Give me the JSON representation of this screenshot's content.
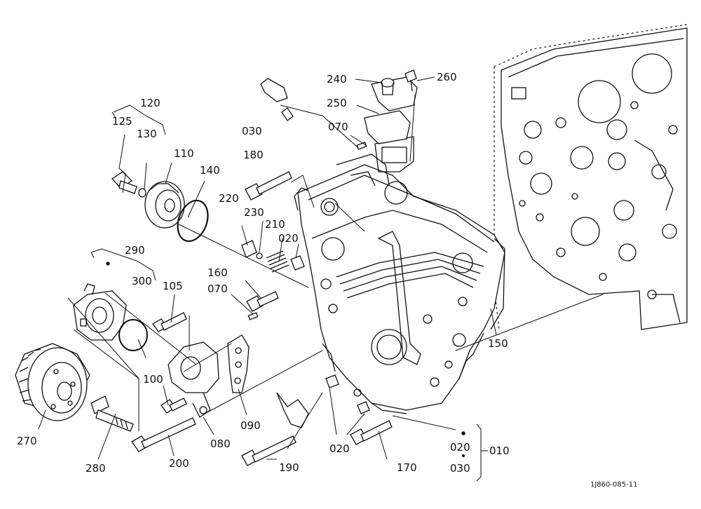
{
  "figure_code": "1J860-085-11",
  "callouts": [
    {
      "id": "c010",
      "text": "010"
    },
    {
      "id": "c020a",
      "text": "020"
    },
    {
      "id": "c020b",
      "text": "020"
    },
    {
      "id": "c020c",
      "text": "020"
    },
    {
      "id": "c030a",
      "text": "030"
    },
    {
      "id": "c030b",
      "text": "030"
    },
    {
      "id": "c070a",
      "text": "070"
    },
    {
      "id": "c070b",
      "text": "070"
    },
    {
      "id": "c080",
      "text": "080"
    },
    {
      "id": "c090",
      "text": "090"
    },
    {
      "id": "c100",
      "text": "100"
    },
    {
      "id": "c105",
      "text": "105"
    },
    {
      "id": "c110",
      "text": "110"
    },
    {
      "id": "c120",
      "text": "120"
    },
    {
      "id": "c125",
      "text": "125"
    },
    {
      "id": "c130",
      "text": "130"
    },
    {
      "id": "c140",
      "text": "140"
    },
    {
      "id": "c150",
      "text": "150"
    },
    {
      "id": "c160",
      "text": "160"
    },
    {
      "id": "c170",
      "text": "170"
    },
    {
      "id": "c180",
      "text": "180"
    },
    {
      "id": "c190",
      "text": "190"
    },
    {
      "id": "c200",
      "text": "200"
    },
    {
      "id": "c210",
      "text": "210"
    },
    {
      "id": "c220",
      "text": "220"
    },
    {
      "id": "c230",
      "text": "230"
    },
    {
      "id": "c240",
      "text": "240"
    },
    {
      "id": "c250",
      "text": "250"
    },
    {
      "id": "c260",
      "text": "260"
    },
    {
      "id": "c270",
      "text": "270"
    },
    {
      "id": "c280",
      "text": "280"
    },
    {
      "id": "c290",
      "text": "290"
    },
    {
      "id": "c300",
      "text": "300"
    }
  ]
}
